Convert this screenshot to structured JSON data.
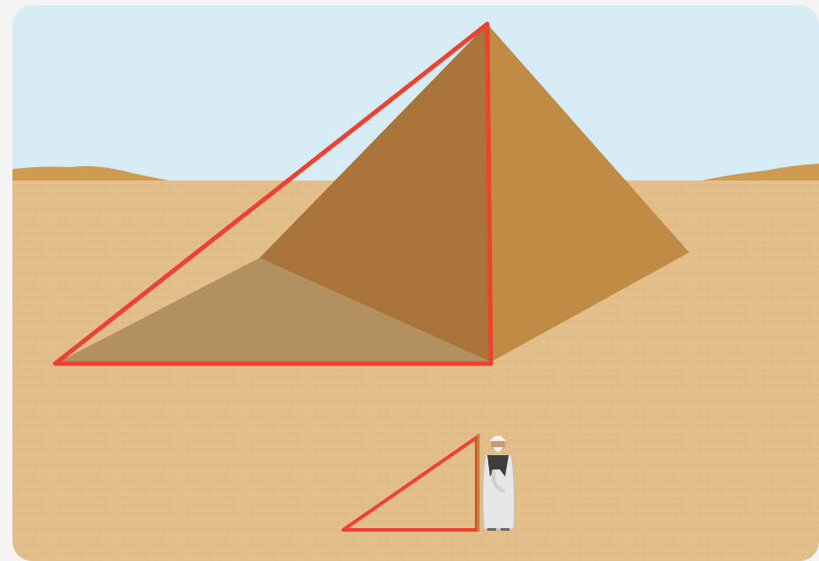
{
  "scene": {
    "colors": {
      "sky": "#d6ebf4",
      "sand": "#e2bf8a",
      "sand_dark": "#d3a86c",
      "dune": "#cf9a52",
      "pyramid_left_face": "#a87437",
      "pyramid_right_face": "#c08b45",
      "pyramid_shadow": "#a98759",
      "measure_line": "#ef4130",
      "stick": "#b88a3c",
      "robe": "#e6e6e6",
      "vest": "#3d3d3d",
      "skin": "#c99a76"
    },
    "elements": [
      "sky",
      "desert-sand",
      "pyramid",
      "pyramid-shadow",
      "large-red-triangle",
      "standing-man",
      "vertical-stick",
      "small-red-triangle"
    ]
  }
}
